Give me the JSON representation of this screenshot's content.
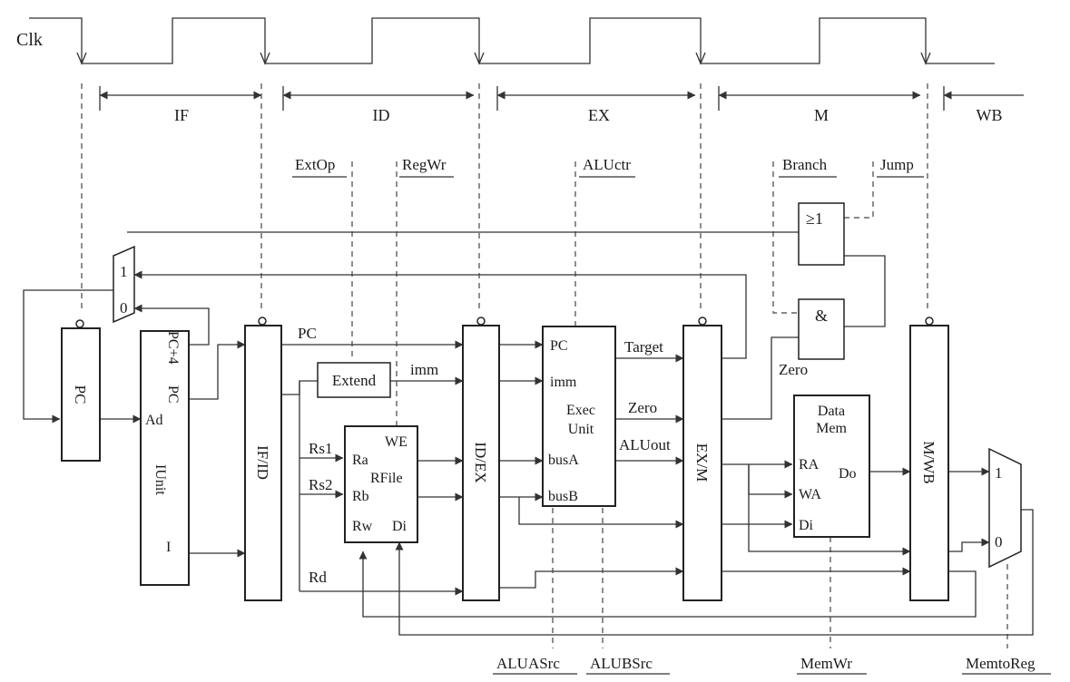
{
  "clock": {
    "label": "Clk"
  },
  "stages": [
    "IF",
    "ID",
    "EX",
    "M",
    "WB"
  ],
  "controls": {
    "ext_op": "ExtOp",
    "reg_wr": "RegWr",
    "alu_ctr": "ALUctr",
    "branch": "Branch",
    "jump": "Jump",
    "alu_a_src": "ALUASrc",
    "alu_b_src": "ALUBSrc",
    "mem_wr": "MemWr",
    "memto_reg": "MemtoReg"
  },
  "pipeline_registers": {
    "if_id": "IF/ID",
    "id_ex": "ID/EX",
    "ex_m": "EX/M",
    "m_wb": "M/WB"
  },
  "pc": {
    "label": "PC"
  },
  "iunit": {
    "name": "IUnit",
    "pc4": "PC+4",
    "pc": "PC",
    "ad": "Ad",
    "i": "I"
  },
  "pc_mux": {
    "in1": "1",
    "in0": "0"
  },
  "extend": {
    "label": "Extend"
  },
  "rfile": {
    "name": "RFile",
    "we": "WE",
    "ra": "Ra",
    "rb": "Rb",
    "rw": "Rw",
    "di": "Di"
  },
  "wires": {
    "pc": "PC",
    "imm": "imm",
    "rs1": "Rs1",
    "rs2": "Rs2",
    "rd": "Rd",
    "target": "Target",
    "zero": "Zero",
    "alu_out": "ALUout",
    "zero_in": "Zero"
  },
  "exec": {
    "title1": "Exec",
    "title2": "Unit",
    "pc": "PC",
    "imm": "imm",
    "bus_a": "busA",
    "bus_b": "busB"
  },
  "or_gate": {
    "label": "≥1"
  },
  "and_gate": {
    "label": "&"
  },
  "data_mem": {
    "title1": "Data",
    "title2": "Mem",
    "ra": "RA",
    "wa": "WA",
    "di": "Di",
    "do": "Do"
  },
  "wb_mux": {
    "in1": "1",
    "in0": "0"
  }
}
